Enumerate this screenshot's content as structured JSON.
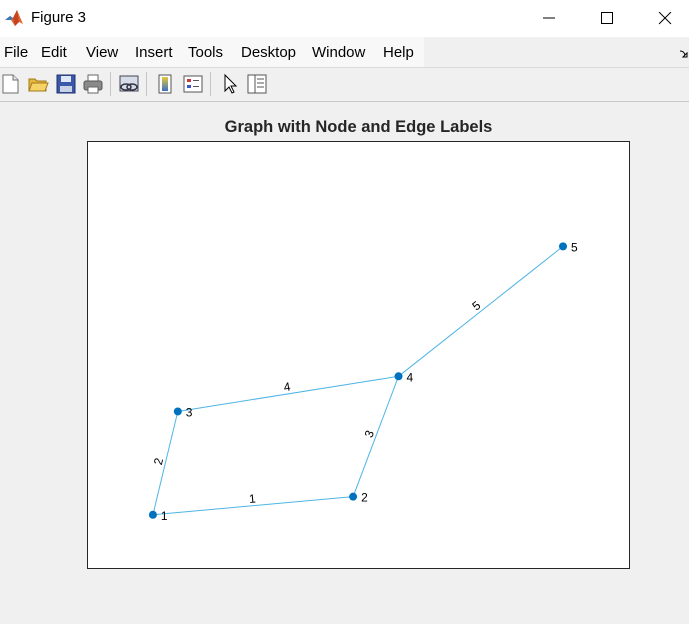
{
  "window": {
    "title": "Figure 3",
    "buttons": {
      "minimize": "minimize",
      "maximize": "maximize",
      "close": "close"
    }
  },
  "menu": {
    "items": [
      "File",
      "Edit",
      "View",
      "Insert",
      "Tools",
      "Desktop",
      "Window",
      "Help"
    ]
  },
  "toolbar": {
    "icons": [
      "new-figure-icon",
      "open-file-icon",
      "save-icon",
      "print-icon",
      "link-plot-icon",
      "insert-colorbar-icon",
      "insert-legend-icon",
      "pointer-icon",
      "property-inspector-icon"
    ]
  },
  "plot": {
    "title": "Graph with Node and Edge Labels"
  },
  "colors": {
    "node": "#0072bd",
    "edge": "#4db4e4",
    "matlab_logo": "#e16737"
  },
  "chart_data": {
    "type": "graph",
    "title": "Graph with Node and Edge Labels",
    "xlim": [
      0.5,
      5.5
    ],
    "ylim": [
      0.5,
      4.5
    ],
    "grid": false,
    "nodes": [
      {
        "id": 1,
        "label": "1",
        "x": 1.1,
        "y": 1.0
      },
      {
        "id": 2,
        "label": "2",
        "x": 2.95,
        "y": 1.17
      },
      {
        "id": 3,
        "label": "3",
        "x": 1.33,
        "y": 1.97
      },
      {
        "id": 4,
        "label": "4",
        "x": 3.37,
        "y": 2.3
      },
      {
        "id": 5,
        "label": "5",
        "x": 4.89,
        "y": 3.52
      }
    ],
    "edges": [
      {
        "source": 1,
        "target": 2,
        "label": "1"
      },
      {
        "source": 1,
        "target": 3,
        "label": "2"
      },
      {
        "source": 2,
        "target": 4,
        "label": "3"
      },
      {
        "source": 3,
        "target": 4,
        "label": "4"
      },
      {
        "source": 4,
        "target": 5,
        "label": "5"
      }
    ]
  }
}
